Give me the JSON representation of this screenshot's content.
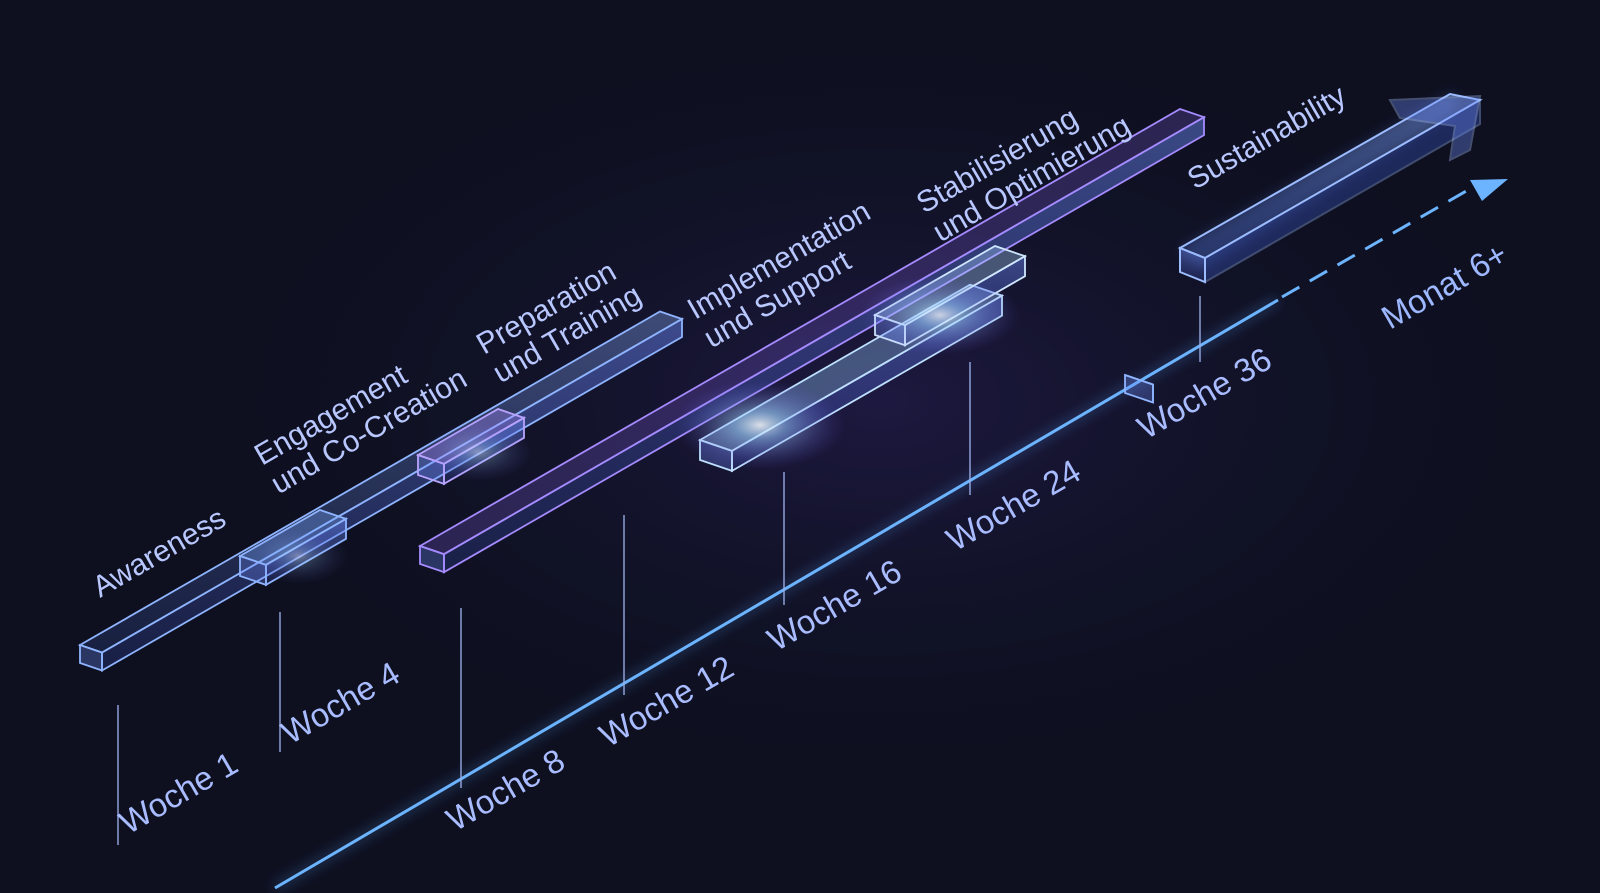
{
  "phases": [
    {
      "label_line1": "Awareness",
      "label_line2": ""
    },
    {
      "label_line1": "Engagement",
      "label_line2": "und Co-Creation"
    },
    {
      "label_line1": "Preparation",
      "label_line2": "und Training"
    },
    {
      "label_line1": "Implementation",
      "label_line2": "und Support"
    },
    {
      "label_line1": "Stabilisierung",
      "label_line2": "und Optimierung"
    },
    {
      "label_line1": "Sustainability",
      "label_line2": ""
    }
  ],
  "milestones": [
    {
      "label": "Woche 1"
    },
    {
      "label": "Woche 4"
    },
    {
      "label": "Woche 8"
    },
    {
      "label": "Woche 12"
    },
    {
      "label": "Woche 16"
    },
    {
      "label": "Woche 24"
    },
    {
      "label": "Woche 36"
    }
  ],
  "end_label": "Monat 6+",
  "colors": {
    "background": "#0e1020",
    "axis": "#5aa8ff",
    "bar_fill": "#4a6bd6",
    "bar_edge": "#8fb4ff",
    "purple_glow": "#a06bff",
    "label": "#b9c7ff"
  }
}
